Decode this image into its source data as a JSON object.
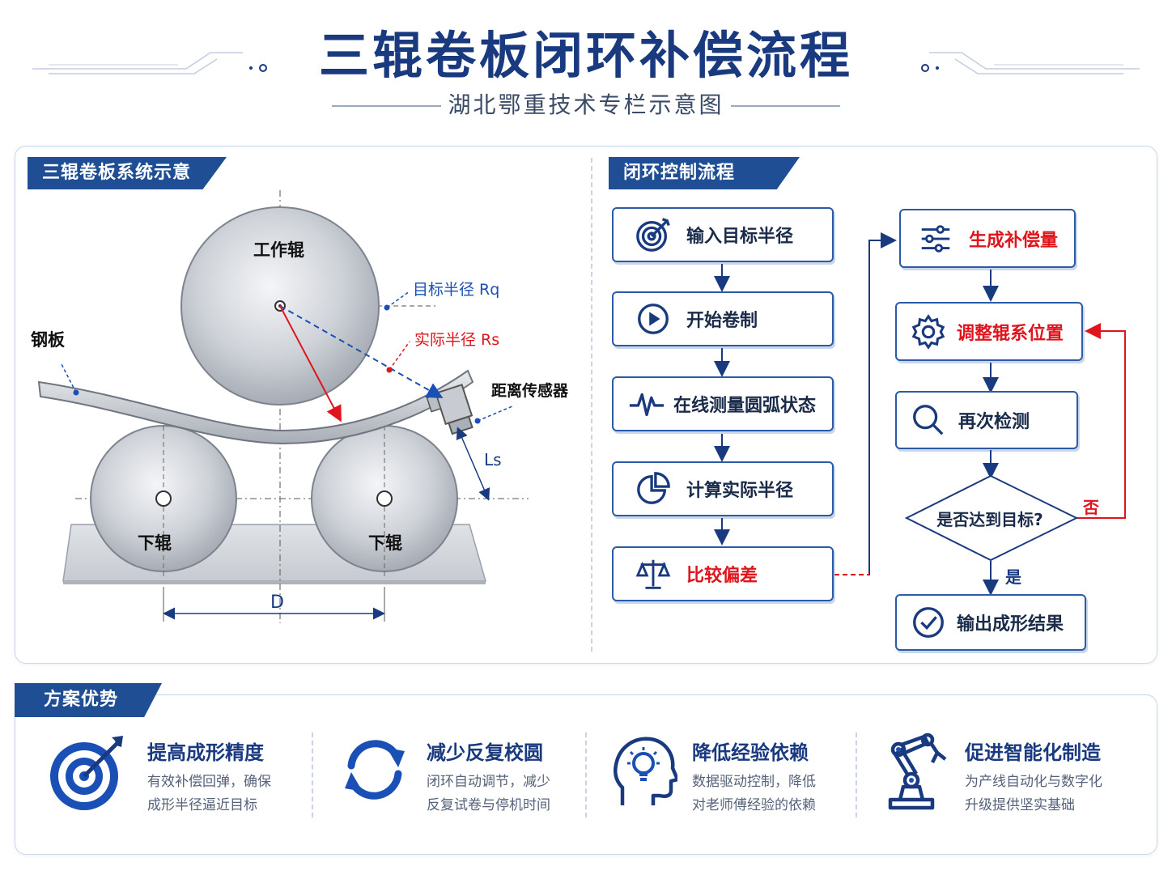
{
  "header": {
    "title": "三辊卷板闭环补偿流程",
    "subtitle": "湖北鄂重技术专栏示意图"
  },
  "left_panel": {
    "tag": "三辊卷板系统示意",
    "labels": {
      "work_roll": "工作辊",
      "steel_plate": "钢板",
      "target_radius": "目标半径 Rq",
      "actual_radius": "实际半径 Rs",
      "distance_sensor": "距离传感器",
      "ls": "Ls",
      "lower_roll_left": "下辊",
      "lower_roll_right": "下辊",
      "d": "D"
    },
    "colors": {
      "blue_accent": "#1a4fb5",
      "red_accent": "#e0141c"
    }
  },
  "right_panel": {
    "tag": "闭环控制流程",
    "left_steps": [
      {
        "label": "输入目标半径",
        "icon": "target-icon",
        "highlight": false
      },
      {
        "label": "开始卷制",
        "icon": "play-icon",
        "highlight": false
      },
      {
        "label": "在线测量圆弧状态",
        "icon": "waveform-icon",
        "highlight": false
      },
      {
        "label": "计算实际半径",
        "icon": "pie-chart-icon",
        "highlight": false
      },
      {
        "label": "比较偏差",
        "icon": "balance-scale-icon",
        "highlight": true
      }
    ],
    "right_steps": [
      {
        "label": "生成补偿量",
        "icon": "sliders-icon",
        "highlight": true
      },
      {
        "label": "调整辊系位置",
        "icon": "gear-icon",
        "highlight": true
      },
      {
        "label": "再次检测",
        "icon": "search-icon",
        "highlight": false
      }
    ],
    "decision": {
      "label": "是否达到目标?",
      "no": "否",
      "yes": "是"
    },
    "final_step": {
      "label": "输出成形结果",
      "icon": "check-circle-icon"
    }
  },
  "advantages": {
    "tag": "方案优势",
    "items": [
      {
        "title": "提高成形精度",
        "desc1": "有效补偿回弹，确保",
        "desc2": "成形半径逼近目标",
        "icon": "target-arrow-icon"
      },
      {
        "title": "减少反复校圆",
        "desc1": "闭环自动调节，减少",
        "desc2": "反复试卷与停机时间",
        "icon": "refresh-icon"
      },
      {
        "title": "降低经验依赖",
        "desc1": "数据驱动控制，降低",
        "desc2": "对老师傅经验的依赖",
        "icon": "head-lightbulb-icon"
      },
      {
        "title": "促进智能化制造",
        "desc1": "为产线自动化与数字化",
        "desc2": "升级提供坚实基础",
        "icon": "robot-arm-icon"
      }
    ]
  }
}
